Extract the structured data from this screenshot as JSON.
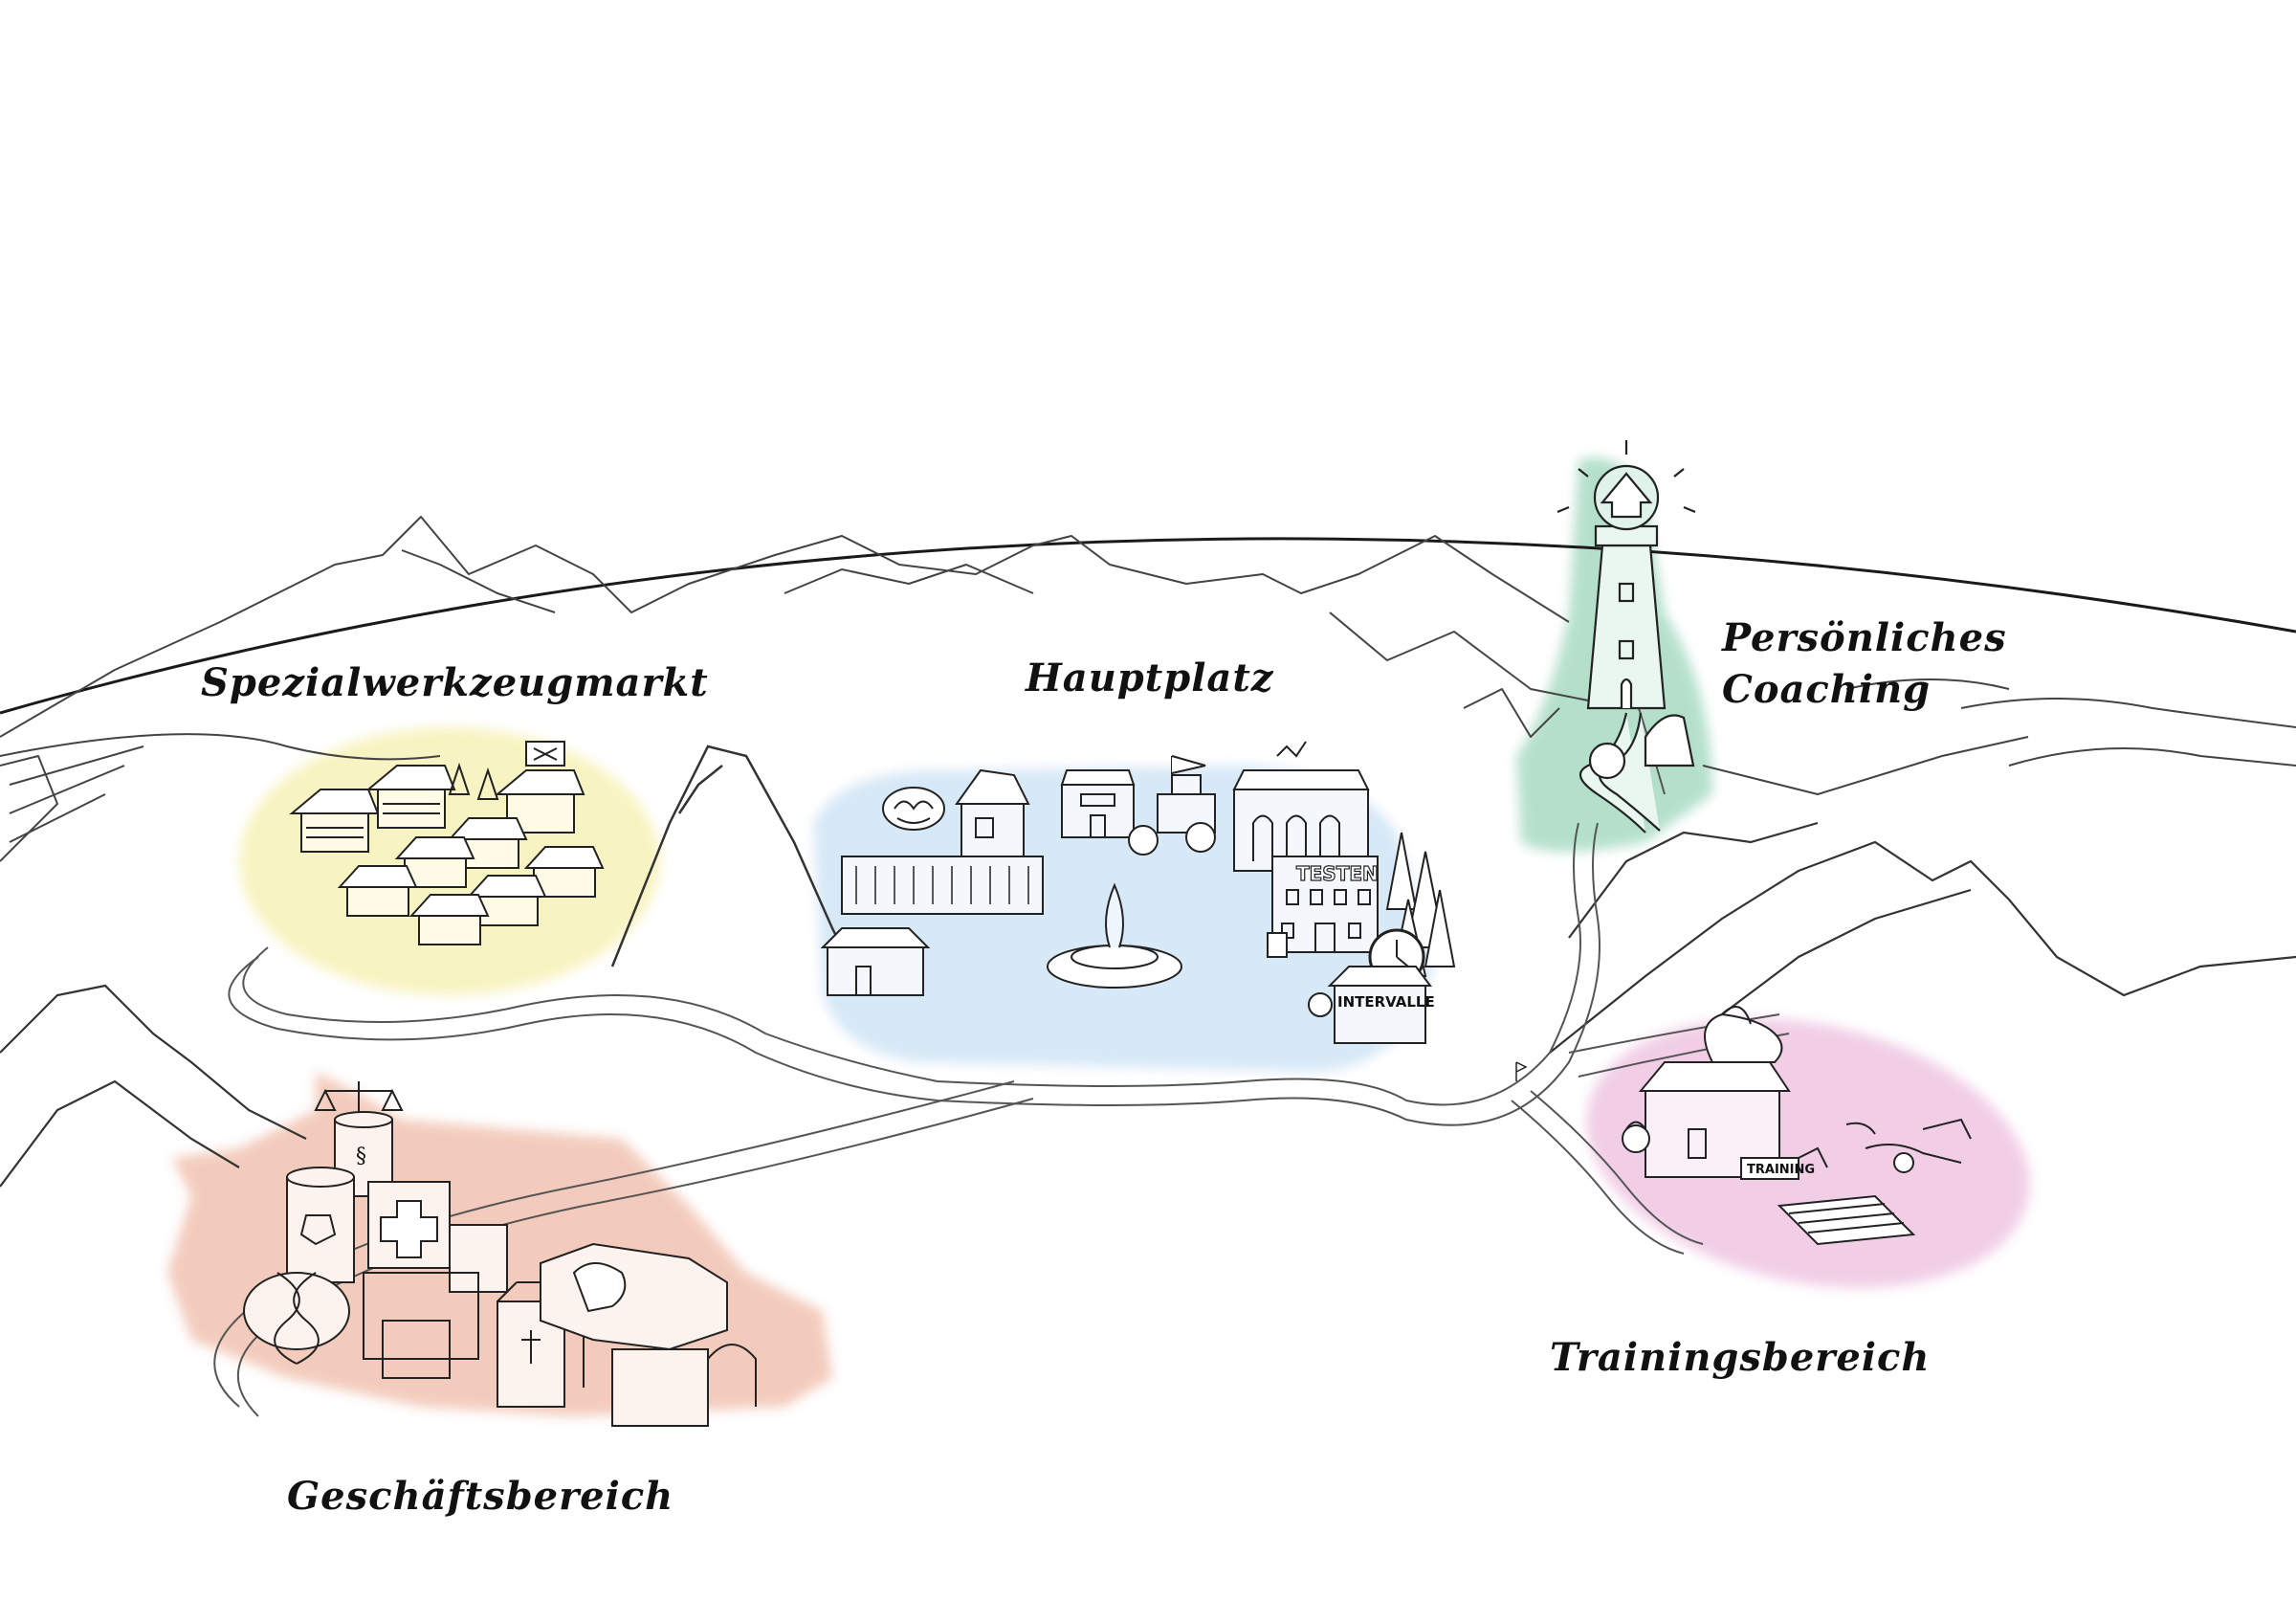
{
  "map": {
    "areas": {
      "spezial": {
        "label": "Spezialwerkzeugmarkt",
        "color": "#f7f2b8"
      },
      "hauptplatz": {
        "label": "Hauptplatz",
        "color": "#d3e6f6"
      },
      "coaching": {
        "label_line1": "Persönliches",
        "label_line2": "Coaching",
        "color": "#a8dbc3"
      },
      "geschaeft": {
        "label": "Geschäftsbereich",
        "color": "#f2c6b5"
      },
      "training": {
        "label": "Trainingsbereich",
        "color": "#efc6e2"
      }
    },
    "signs": {
      "testen": "TESTEN",
      "intervalle": "INTERVALLE",
      "training": "TRAINING",
      "paragraph": "§"
    },
    "icons": [
      "lighthouse-icon",
      "fountain-icon",
      "clock-icon",
      "brain-icon",
      "medical-cross-icon",
      "dna-icon",
      "book-icon",
      "scales-icon",
      "flexed-arm-icon",
      "kettlebell-icon",
      "market-stall-icon",
      "mountain-icon",
      "flag-icon"
    ]
  }
}
